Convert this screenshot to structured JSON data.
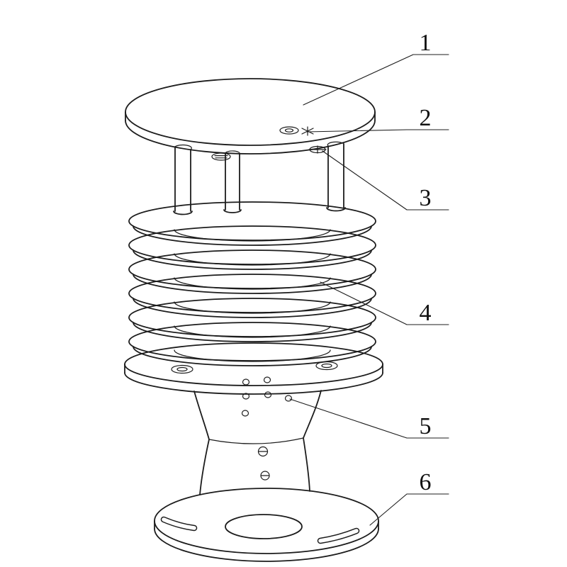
{
  "figure": {
    "type": "line-drawing",
    "subject": "louvered radiation shield assembly with numbered part callouts",
    "ink_color": "#1c1c1c",
    "background_color": "#ffffff",
    "callouts": [
      {
        "label": "1",
        "points_to": "top-cover-disc"
      },
      {
        "label": "2",
        "points_to": "top-plate-screw"
      },
      {
        "label": "3",
        "points_to": "top-plate-fastener"
      },
      {
        "label": "4",
        "points_to": "louver-plate-stack"
      },
      {
        "label": "5",
        "points_to": "cone-vent-hole"
      },
      {
        "label": "6",
        "points_to": "base-mounting-plate"
      }
    ]
  }
}
